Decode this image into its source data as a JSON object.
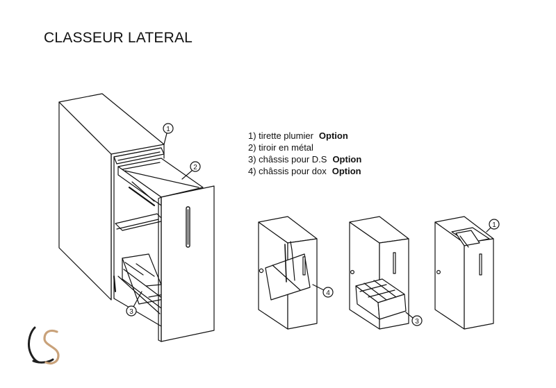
{
  "title": "CLASSEUR LATERAL",
  "legend": [
    {
      "label": "1) tirette plumier",
      "tag": "Option"
    },
    {
      "label": "2) tiroir en métal",
      "tag": ""
    },
    {
      "label": "3) châssis pour D.S",
      "tag": "Option"
    },
    {
      "label": "4) châssis pour dox",
      "tag": "Option"
    }
  ],
  "callouts": {
    "c1_main": "1",
    "c2_main": "2",
    "c3_main": "3",
    "c4_small": "4",
    "c3_small": "3",
    "c1_small": "1"
  },
  "colors": {
    "line": "#111111",
    "logo_dark": "#1f1f1f",
    "logo_accent": "#c9a27a"
  },
  "icons": {
    "logo": "ls-monogram-logo"
  }
}
